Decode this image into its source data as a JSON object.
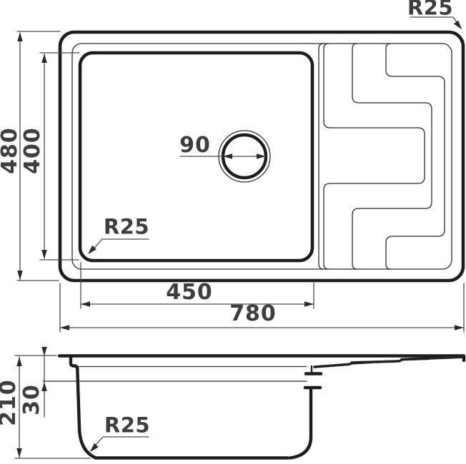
{
  "drawing": {
    "type": "kitchen-sink-dimension-drawing",
    "views": [
      "top-view",
      "side-section-view"
    ],
    "colors": {
      "background": "#ffffff",
      "outline": "#1d1d1b",
      "thin_line": "#2b2b29",
      "dimension_line": "#4a4a48",
      "dimension_text": "#3e3e3c"
    }
  },
  "top_view": {
    "overall_width": "780",
    "overall_depth": "480",
    "bowl_width": "450",
    "bowl_depth": "400",
    "drain_diameter": "90",
    "outer_corner_radius": "R25",
    "bowl_corner_radius": "R25"
  },
  "side_view": {
    "overall_height": "210",
    "rim_depth": "30",
    "bottom_corner_radius": "R25"
  }
}
